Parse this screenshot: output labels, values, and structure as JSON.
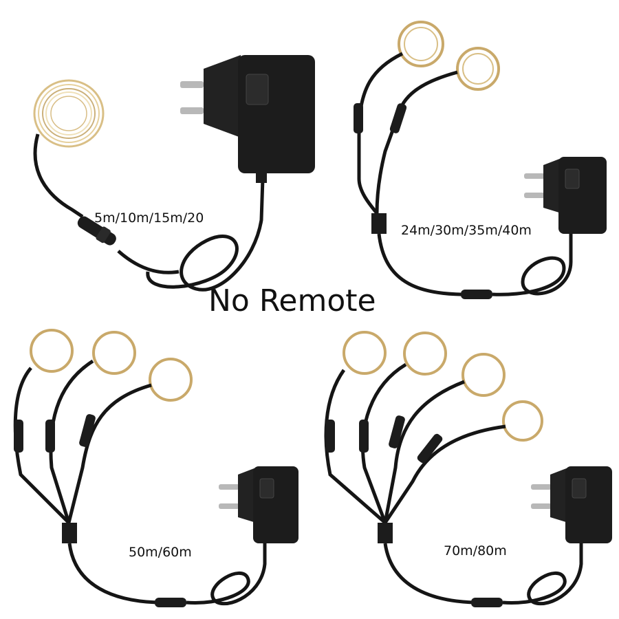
{
  "headline": "No Remote",
  "variants": [
    {
      "caption": "5m/10m/15m/20"
    },
    {
      "caption": "24m/30m/35m/40m"
    },
    {
      "caption": "50m/60m"
    },
    {
      "caption": "70m/80m"
    }
  ],
  "colors": {
    "background": "#ffffff",
    "adapter": "#1c1c1c",
    "cable": "#151515",
    "copper_wire": "#c9a96a",
    "text": "#111111"
  }
}
